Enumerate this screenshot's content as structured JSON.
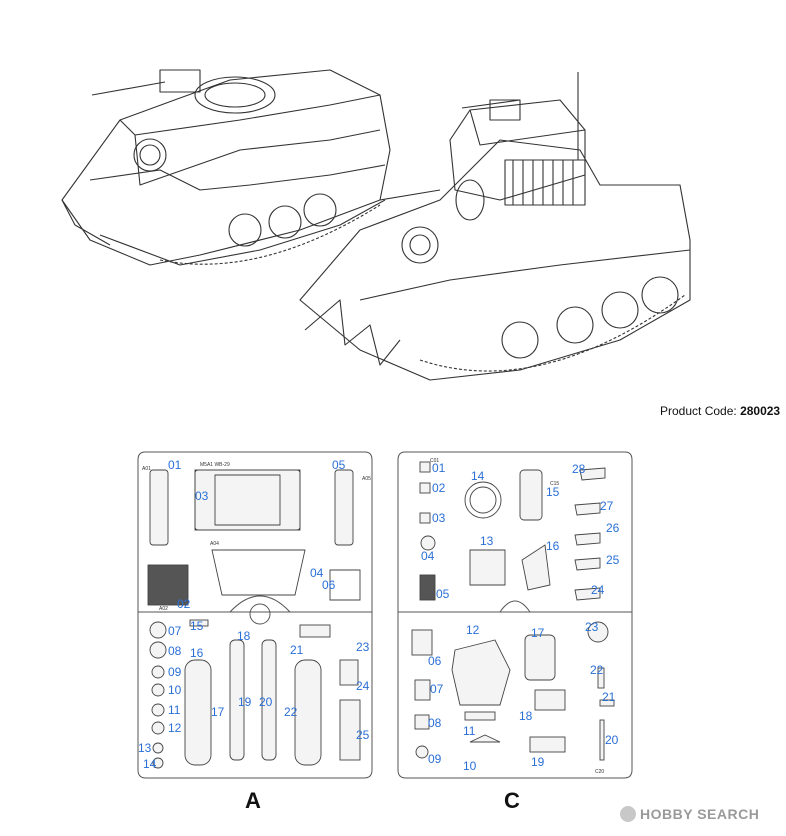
{
  "product": {
    "label": "Product Code:",
    "code": "280023"
  },
  "sprues": [
    {
      "letter": "A",
      "parts": [
        "01",
        "02",
        "03",
        "04",
        "05",
        "06",
        "07",
        "08",
        "09",
        "10",
        "11",
        "12",
        "13",
        "14",
        "15",
        "16",
        "17",
        "18",
        "19",
        "20",
        "21",
        "22",
        "23",
        "24",
        "25"
      ]
    },
    {
      "letter": "C",
      "parts": [
        "01",
        "02",
        "03",
        "04",
        "05",
        "06",
        "07",
        "08",
        "09",
        "10",
        "11",
        "12",
        "13",
        "14",
        "15",
        "16",
        "17",
        "18",
        "19",
        "20",
        "21",
        "22",
        "23",
        "24",
        "25",
        "26",
        "27",
        "28"
      ]
    }
  ],
  "watermark": {
    "text": "HOBBY SEARCH"
  }
}
